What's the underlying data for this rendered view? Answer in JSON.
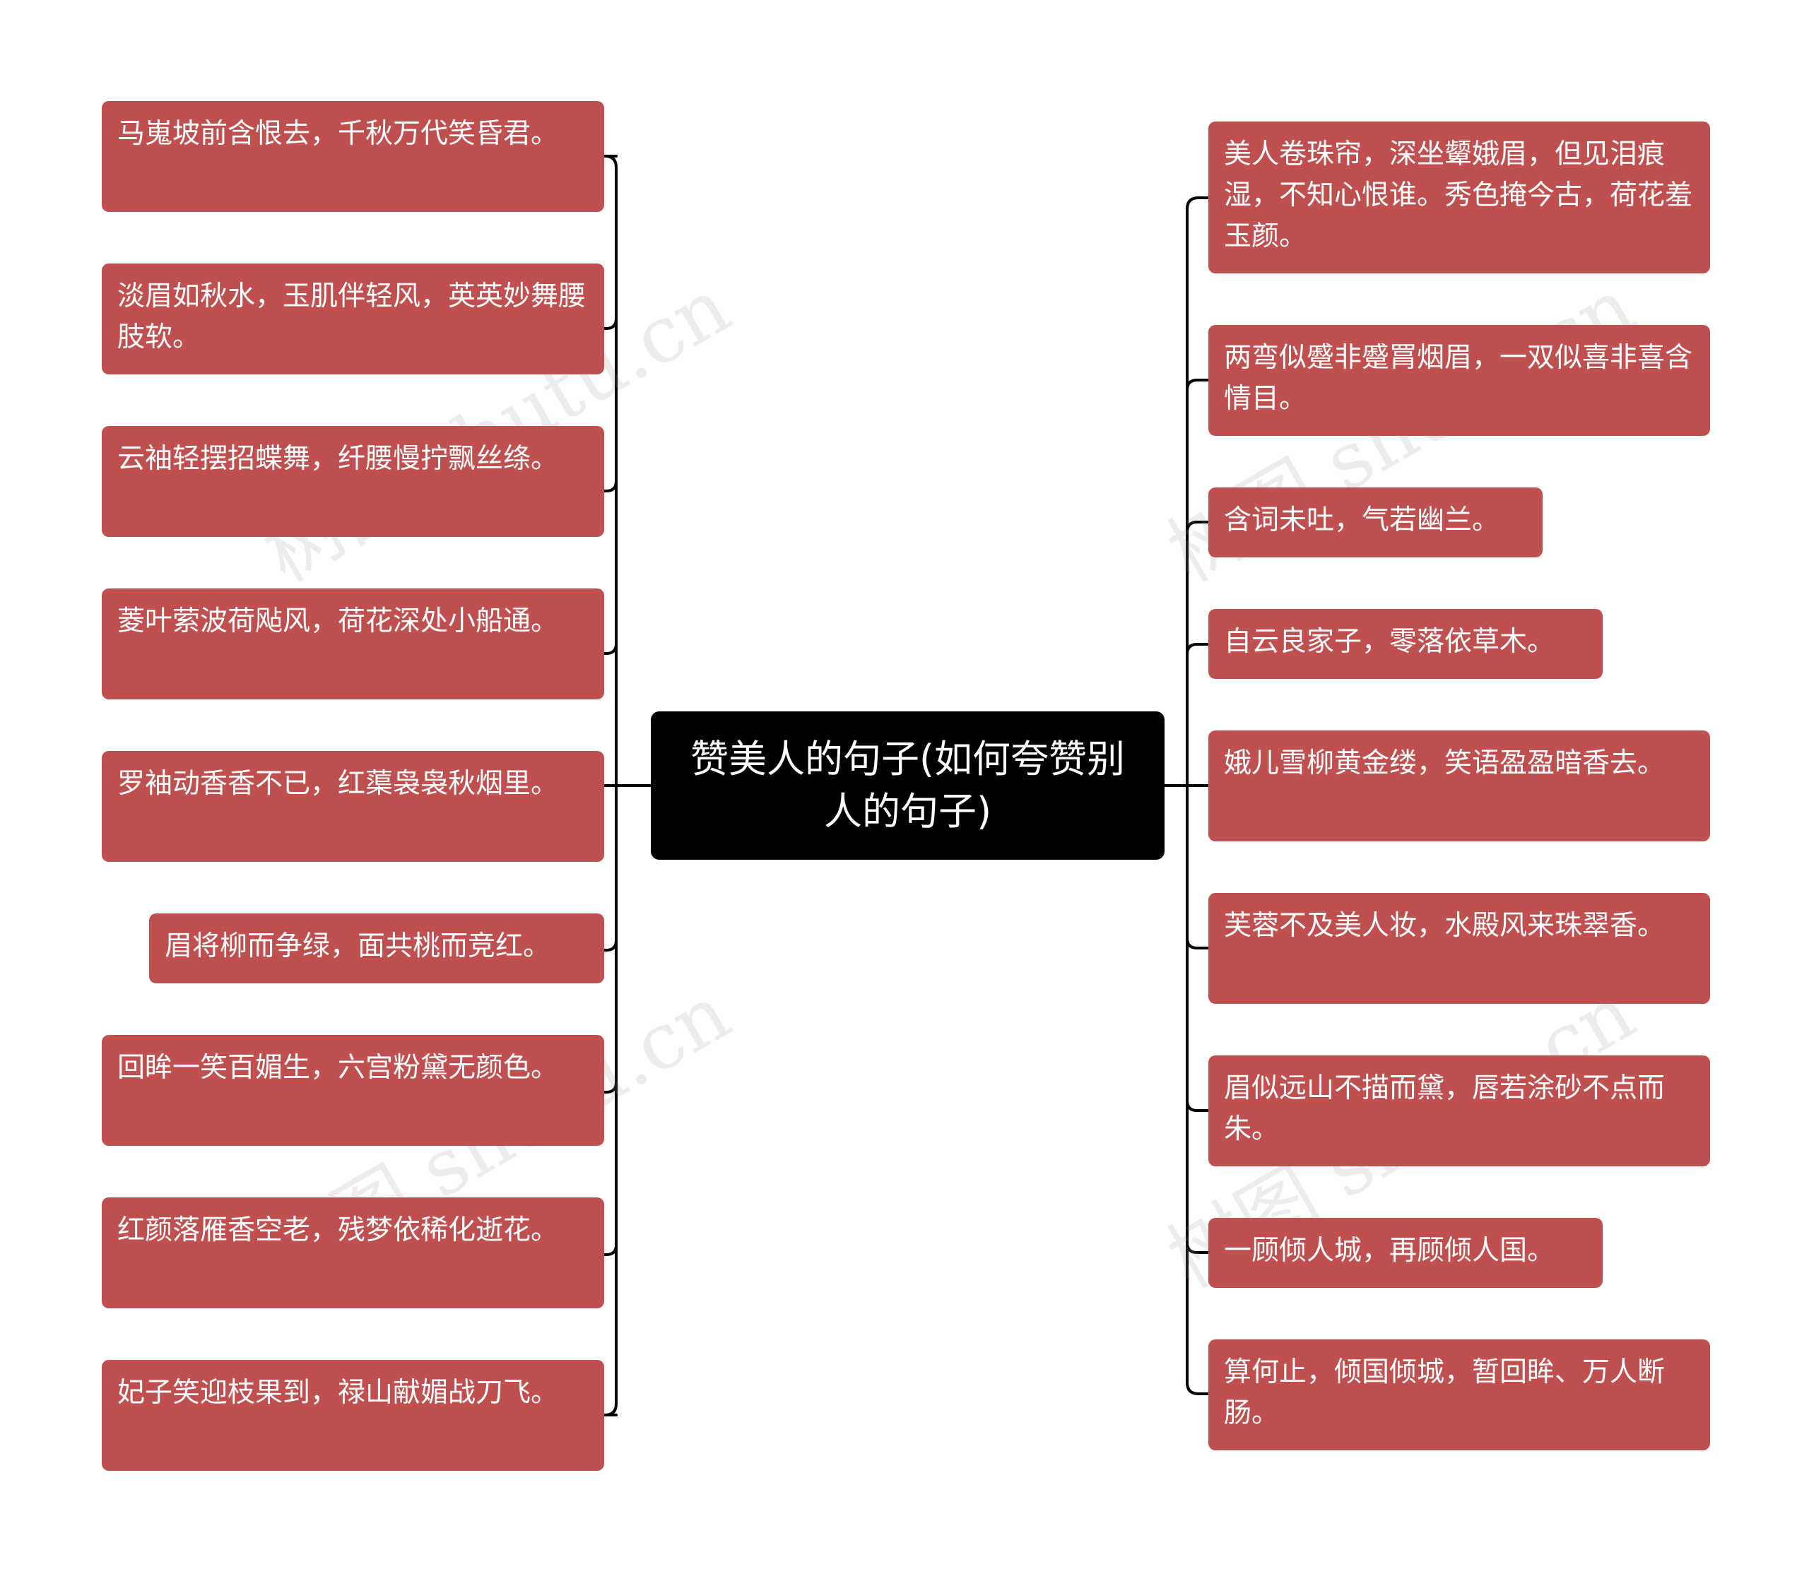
{
  "root": {
    "text": "赞美人的句子(如何夸赞别人的句子)"
  },
  "left_branches": [
    {
      "text": "马嵬坡前含恨去，千秋万代笑昏君。"
    },
    {
      "text": "淡眉如秋水，玉肌伴轻风，英英妙舞腰肢软。"
    },
    {
      "text": "云袖轻摆招蝶舞，纤腰慢拧飘丝绦。"
    },
    {
      "text": "菱叶萦波荷飐风，荷花深处小船通。"
    },
    {
      "text": "罗袖动香香不已，红蕖袅袅秋烟里。"
    },
    {
      "text": "眉将柳而争绿，面共桃而竞红。"
    },
    {
      "text": "回眸一笑百媚生，六宫粉黛无颜色。"
    },
    {
      "text": "红颜落雁香空老，残梦依稀化逝花。"
    },
    {
      "text": "妃子笑迎枝果到，禄山献媚战刀飞。"
    }
  ],
  "right_branches": [
    {
      "text": "美人卷珠帘，深坐颦娥眉，但见泪痕湿，不知心恨谁。秀色掩今古，荷花羞玉颜。"
    },
    {
      "text": "两弯似蹙非蹙罥烟眉，一双似喜非喜含情目。"
    },
    {
      "text": "含词未吐，气若幽兰。"
    },
    {
      "text": "自云良家子，零落依草木。"
    },
    {
      "text": "娥儿雪柳黄金缕，笑语盈盈暗香去。"
    },
    {
      "text": "芙蓉不及美人妆，水殿风来珠翠香。"
    },
    {
      "text": "眉似远山不描而黛，唇若涂砂不点而朱。"
    },
    {
      "text": "一顾倾人城，再顾倾人国。"
    },
    {
      "text": "算何止，倾国倾城，暂回眸、万人断肠。"
    }
  ],
  "watermark": {
    "text": "树图 shutu.cn"
  },
  "colors": {
    "node_fill": "#c05050",
    "root_fill": "#000000",
    "text": "#ffffff",
    "line": "#000000"
  }
}
